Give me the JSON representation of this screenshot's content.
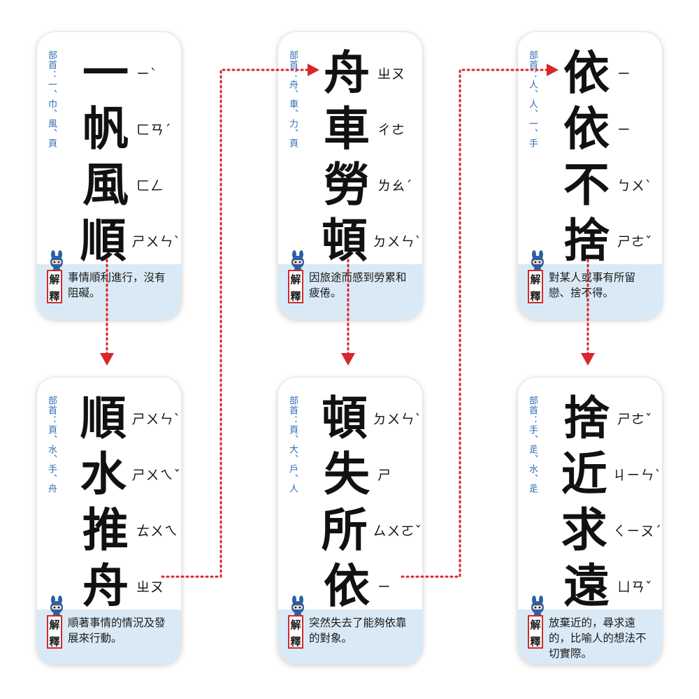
{
  "explain_label": "解釋",
  "cards": [
    {
      "radical": "部首：一、巾、風、頁",
      "chars": [
        {
          "char": "一",
          "bopo": "ㄧˋ"
        },
        {
          "char": "帆",
          "bopo": "ㄈㄢˊ"
        },
        {
          "char": "風",
          "bopo": "ㄈㄥ"
        },
        {
          "char": "順",
          "bopo": "ㄕㄨㄣˋ"
        }
      ],
      "explanation": "事情順利進行，沒有阻礙。"
    },
    {
      "radical": "部首：舟、車、力、頁",
      "chars": [
        {
          "char": "舟",
          "bopo": "ㄓㄡ"
        },
        {
          "char": "車",
          "bopo": "ㄔㄜ"
        },
        {
          "char": "勞",
          "bopo": "ㄌㄠˊ"
        },
        {
          "char": "頓",
          "bopo": "ㄉㄨㄣˋ"
        }
      ],
      "explanation": "因旅途而感到勞累和疲倦。"
    },
    {
      "radical": "部首：人、人、一、手",
      "chars": [
        {
          "char": "依",
          "bopo": "ㄧ"
        },
        {
          "char": "依",
          "bopo": "ㄧ"
        },
        {
          "char": "不",
          "bopo": "ㄅㄨˋ"
        },
        {
          "char": "捨",
          "bopo": "ㄕㄜˇ"
        }
      ],
      "explanation": "對某人或事有所留戀、捨不得。"
    },
    {
      "radical": "部首：頁、水、手、舟",
      "chars": [
        {
          "char": "順",
          "bopo": "ㄕㄨㄣˋ"
        },
        {
          "char": "水",
          "bopo": "ㄕㄨㄟˇ"
        },
        {
          "char": "推",
          "bopo": "ㄊㄨㄟ"
        },
        {
          "char": "舟",
          "bopo": "ㄓㄡ"
        }
      ],
      "explanation": "順著事情的情況及發展來行動。"
    },
    {
      "radical": "部首：頁、大、戶、人",
      "chars": [
        {
          "char": "頓",
          "bopo": "ㄉㄨㄣˋ"
        },
        {
          "char": "失",
          "bopo": "ㄕ"
        },
        {
          "char": "所",
          "bopo": "ㄙㄨㄛˇ"
        },
        {
          "char": "依",
          "bopo": "ㄧ"
        }
      ],
      "explanation": "突然失去了能夠依靠的對象。"
    },
    {
      "radical": "部首：手、辵、水、辵",
      "chars": [
        {
          "char": "捨",
          "bopo": "ㄕㄜˇ"
        },
        {
          "char": "近",
          "bopo": "ㄐㄧㄣˋ"
        },
        {
          "char": "求",
          "bopo": "ㄑㄧㄡˊ"
        },
        {
          "char": "遠",
          "bopo": "ㄩㄢˇ"
        }
      ],
      "explanation": "放棄近的，尋求遠的，比喻人的想法不切實際。"
    }
  ],
  "connector_color": "#d9262a"
}
